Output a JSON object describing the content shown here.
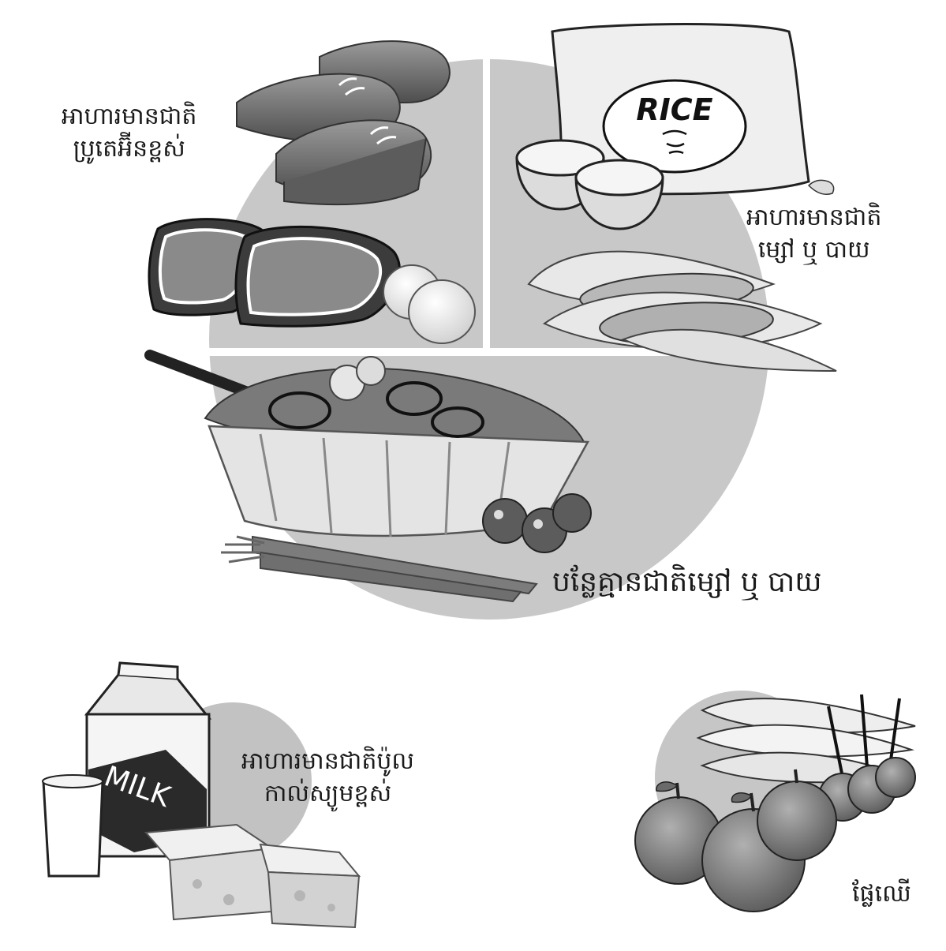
{
  "labels": {
    "protein": [
      "អាហារមានជាតិ",
      "ប្រូតេអ៊ីនខ្ពស់"
    ],
    "starch": [
      "អាហារមានជាតិ",
      "ម្សៅ ឬ បាយ"
    ],
    "vegetables": "បន្លែគ្មានជាតិម្សៅ ឬ បាយ",
    "dairy": [
      "អាហារមានជាតិប៉ូល",
      "កាល់ស្យូមខ្ពស់"
    ],
    "fruit": "ផ្លែឈើ"
  },
  "packaging": {
    "rice_bag": "RICE",
    "milk_carton": "MILK"
  },
  "colors": {
    "plate": "#c8c8c8",
    "divider": "#ffffff",
    "side_plate": "#c2c2c2",
    "text": "#1a1a1a"
  }
}
